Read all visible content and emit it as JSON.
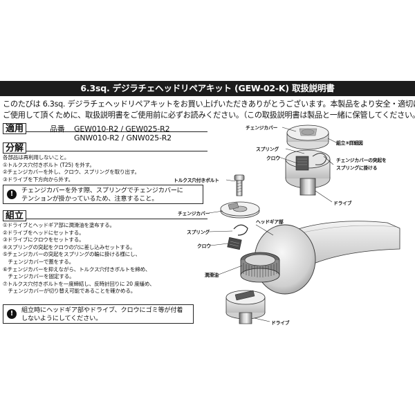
{
  "title": "6.3sq. デジラチェヘッドリペアキット (GEW-02-K) 取扱説明書",
  "intro": {
    "line1": "このたびは 6.3sq. デジラチェヘッドリペアキットをお買い上げいただきありがとうございます。本製品をより安全・適切に",
    "line2": "ご使用して頂くために、取扱説明書をご使用前に必ずお読みください。（この取扱説明書は製品と一緒に保管してください。）"
  },
  "apply": {
    "heading": "適用",
    "label": "品番",
    "models_line1": "GEW010-R2  /  GEW025-R2",
    "models_line2": "GNW010-R2  /  GNW025-R2"
  },
  "disassembly": {
    "heading": "分解",
    "steps": [
      "各部品は再利用しないこと。",
      "①トルクス穴付きボルト (T25) を外す。",
      "②チェンジカバーを外し、クロウ、スプリングを取り出す。",
      "③ドライブを下方向から外す。"
    ],
    "warning_icon": "!",
    "warning_line1": "チェンジカバーを外す際、スプリングでチェンジカバーに",
    "warning_line2": "テンションが掛かっているため、注意すること。"
  },
  "assembly": {
    "heading": "組立",
    "steps": [
      "①ドライブとヘッドギア部に潤滑油を塗布する。",
      "②ドライブをヘッドにセットする。",
      "③ドライブにクロウをセットする。",
      "④スプリングの突起をクロウの穴に差し込みセットする。",
      "⑤チェンジカバーの突起をスプリングの輪に掛ける様にし、",
      "　チェンジカバーで蓋をする。",
      "⑥チェンジカバーを抑えながら、トルクス穴付きボルトを締め、",
      "　チェンジカバーを固定する。",
      "⑦トルクス穴付きボルトを一度締結し、反時計回りに 20 度緩め、",
      "　チェンジカバーが切り替え可能であることを確かめる。"
    ],
    "warning_icon": "!",
    "warning_line1": "組立時にヘッドギア部やドライブ、クロウにゴミ等が付着",
    "warning_line2": "しないようにしてください。"
  },
  "diagram_labels": {
    "change_cover_top": "チェンジカバー",
    "detail_caption": "組立⑤詳細図",
    "spring_top": "スプリング",
    "claw_top": "クロウ",
    "protrusion_line1": "チェンジカバーの突起を",
    "protrusion_line2": "スプリングに掛ける",
    "drive_top": "ドライブ",
    "torx_bolt": "トルクス穴付きボルト",
    "change_cover": "チェンジカバー",
    "head_gear": "ヘッドギア部",
    "spring": "スプリング",
    "claw": "クロウ",
    "lubricant": "潤滑油",
    "drive": "ドライブ"
  }
}
